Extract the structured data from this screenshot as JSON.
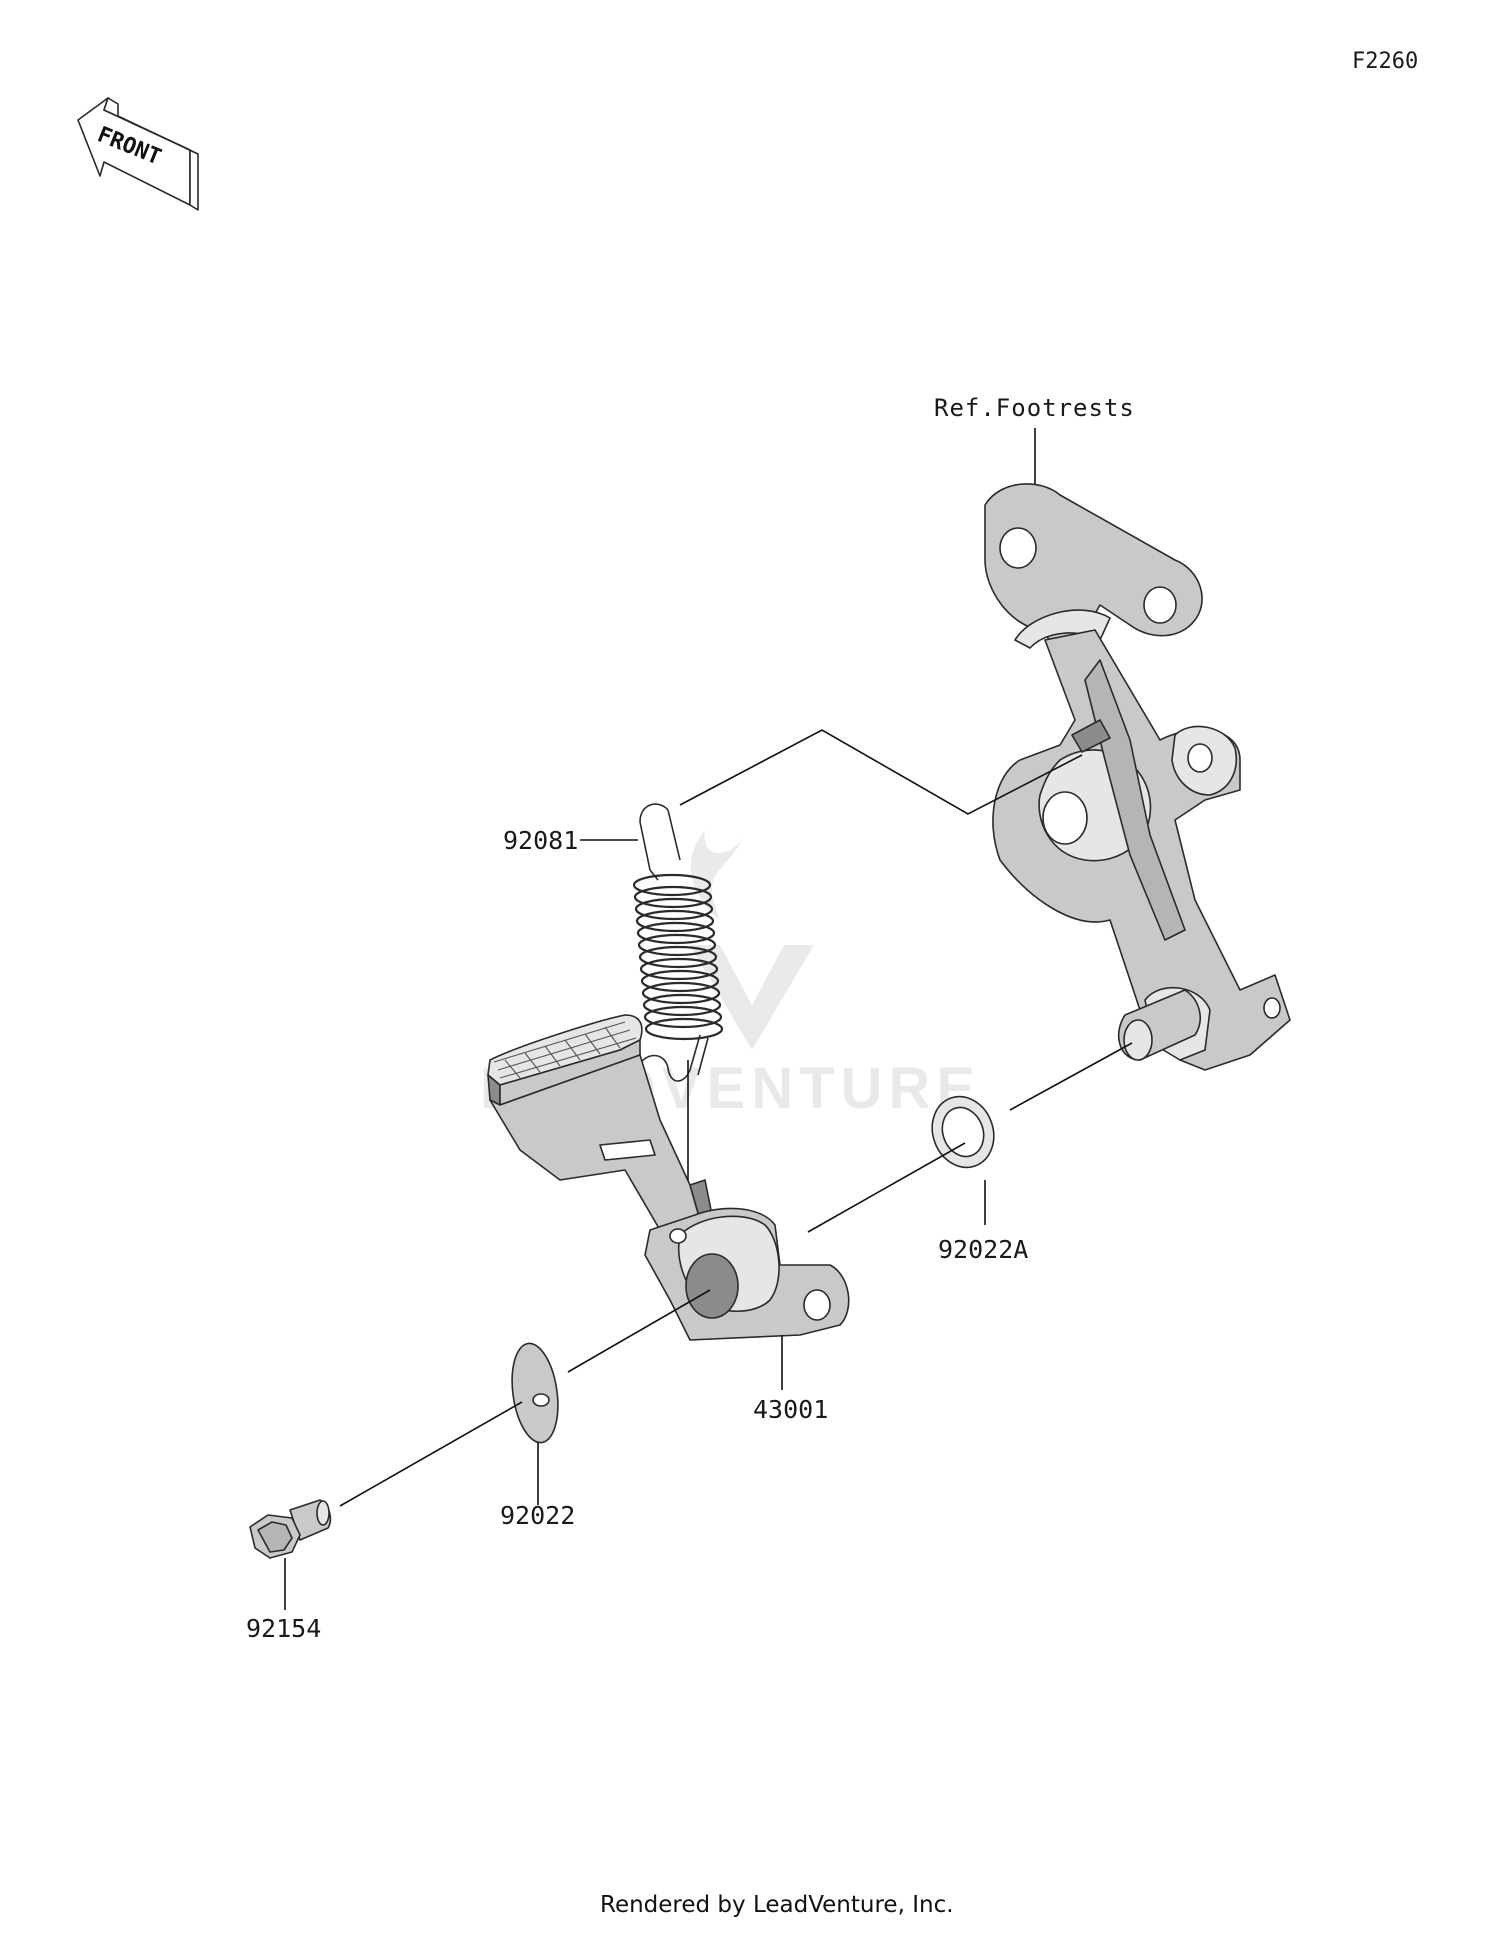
{
  "figure_code": "F2260",
  "front_label": "FRONT",
  "reference_label": "Ref.Footrests",
  "parts": {
    "spring": "92081",
    "washer_a": "92022A",
    "brake_pedal": "43001",
    "washer": "92022",
    "bolt": "92154"
  },
  "watermark": "LEADVENTURE",
  "footer": "Rendered by LeadVenture, Inc."
}
